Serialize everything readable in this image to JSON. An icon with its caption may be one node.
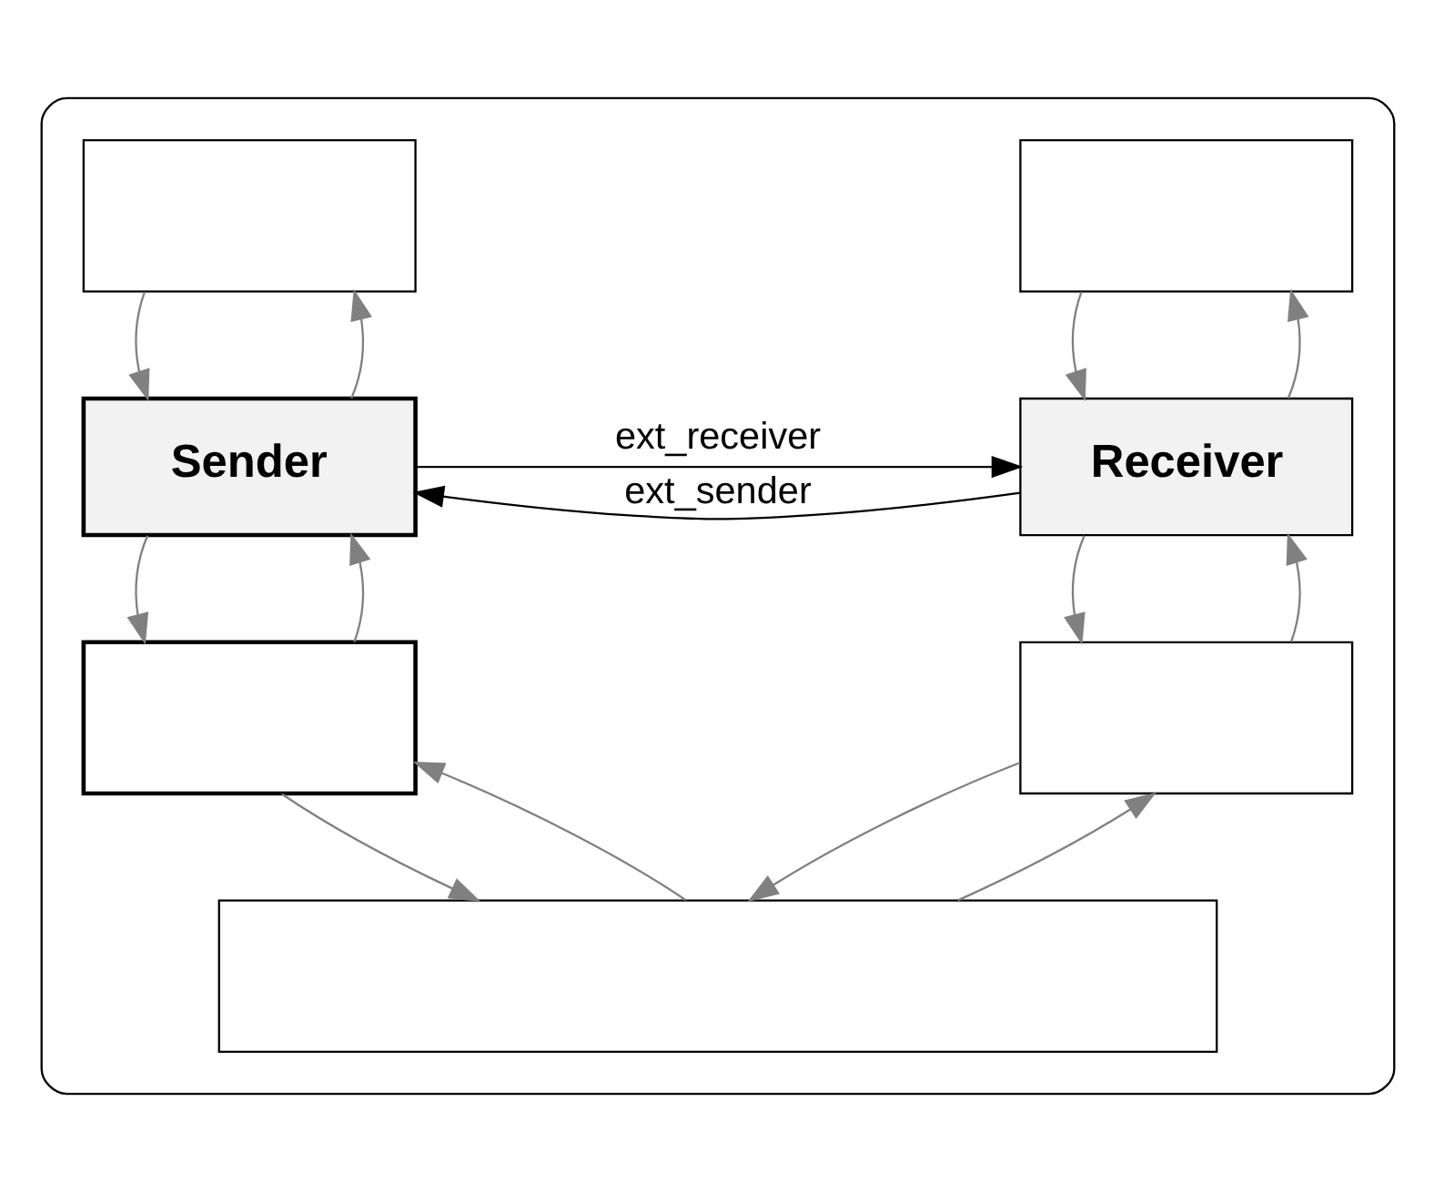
{
  "diagram": {
    "nodes": [
      {
        "text": [],
        "shape": "box"
      },
      {
        "text": [],
        "shape": "box",
        "in": 0
      },
      {
        "text": [],
        "shape": "box",
        "in": 0
      },
      {
        "text": [
          "Sender"
        ],
        "in": 0
      },
      {
        "text": [
          "Receiver"
        ],
        "in": 0
      },
      {
        "text": [],
        "shape": "box",
        "in": 0
      },
      {
        "text": [],
        "shape": "box",
        "in": 0
      },
      {
        "text": [],
        "shape": "box",
        "in": 0
      }
    ],
    "edges": [
      {
        "from": 1,
        "to": 3,
        "arrow": "to"
      },
      {
        "from": 3,
        "to": 1,
        "arrow": "to"
      },
      {
        "from": 2,
        "to": 4,
        "arrow": "to"
      },
      {
        "from": 4,
        "to": 2,
        "arrow": "to"
      },
      {
        "from": 3,
        "to": 4,
        "arrow": "to",
        "label": "ext_receiver",
        "color": "#000000"
      },
      {
        "from": 4,
        "to": 3,
        "arrow": "to",
        "label": "ext_sender",
        "color": "#000000"
      },
      {
        "from": 3,
        "to": 5,
        "arrow": "to"
      },
      {
        "from": 5,
        "to": 3,
        "arrow": "to"
      },
      {
        "from": 4,
        "to": 6,
        "arrow": "to"
      },
      {
        "from": 6,
        "to": 4,
        "arrow": "to"
      },
      {
        "from": 5,
        "to": 7,
        "arrow": "to"
      },
      {
        "from": 7,
        "to": 5,
        "arrow": "to"
      },
      {
        "from": 6,
        "to": 7,
        "arrow": "to"
      },
      {
        "from": 7,
        "to": 6,
        "arrow": "to"
      }
    ]
  }
}
